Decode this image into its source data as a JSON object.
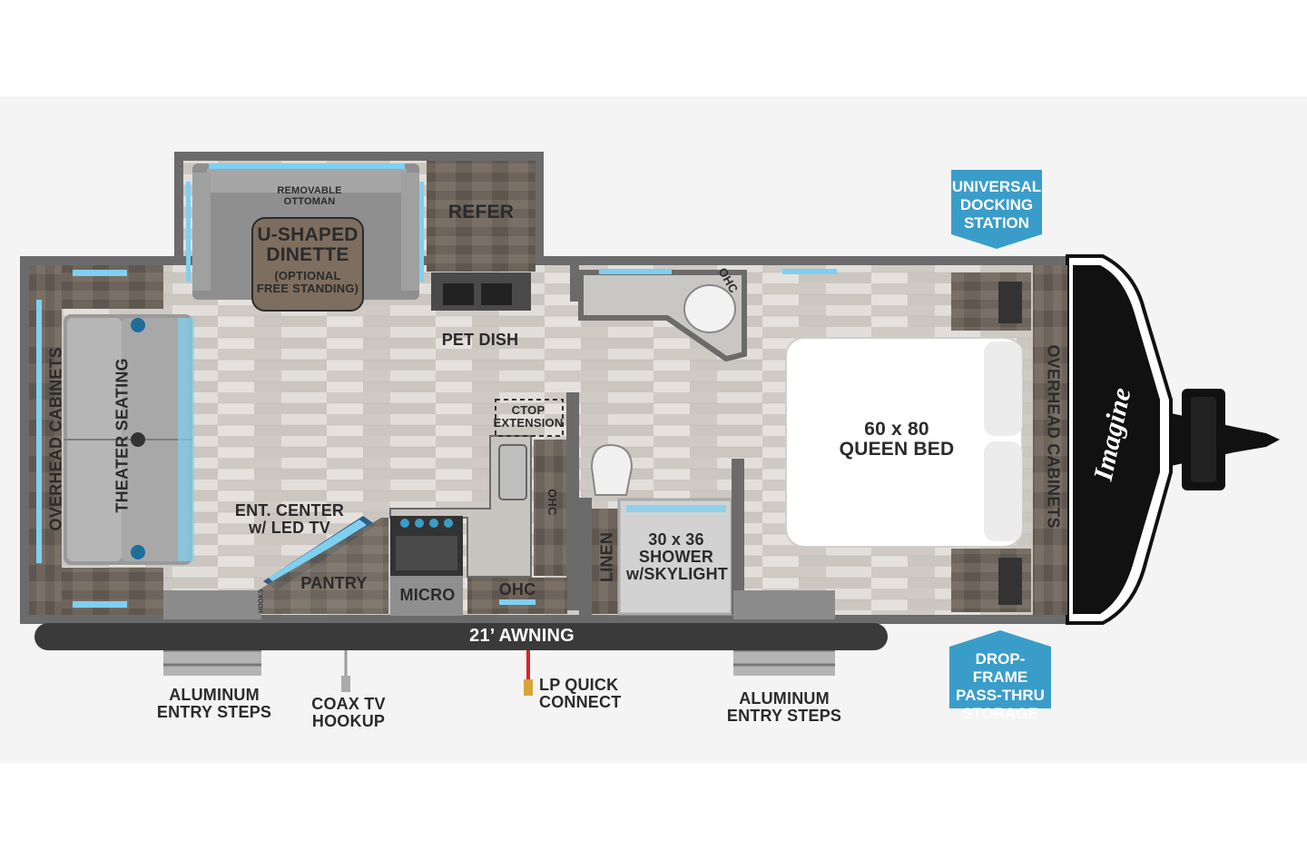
{
  "labels": {
    "universal_docking": [
      "UNIVERSAL",
      "DOCKING",
      "STATION"
    ],
    "drop_frame": [
      "DROP-FRAME",
      "PASS-THRU",
      "STORAGE"
    ],
    "removable_ottoman": [
      "REMOVABLE",
      "OTTOMAN"
    ],
    "u_shaped_dinette": [
      "U-SHAPED",
      "DINETTE"
    ],
    "optional_free_standing": [
      "(OPTIONAL",
      "FREE STANDING)"
    ],
    "refer": "REFER",
    "ohc": "OHC",
    "pet_dish": "PET DISH",
    "overhead_cabinets": "OVERHEAD CABINETS",
    "theater_seating": "THEATER SEATING",
    "ctop_extension": [
      "CTOP",
      "EXTENSION"
    ],
    "queen_bed": [
      "60 x 80",
      "QUEEN BED"
    ],
    "ent_center": [
      "ENT. CENTER",
      "w/ LED TV"
    ],
    "pantry": "PANTRY",
    "micro": "MICRO",
    "linen": "LINEN",
    "shower": [
      "30 x 36",
      "SHOWER",
      "w/SKYLIGHT"
    ],
    "hooks": "HOOKS",
    "awning": "21’ AWNING",
    "entry_steps": [
      "ALUMINUM",
      "ENTRY STEPS"
    ],
    "coax": [
      "COAX TV",
      "HOOKUP"
    ],
    "lp_quick": [
      "LP QUICK",
      "CONNECT"
    ],
    "brand": "Imagine"
  },
  "colors": {
    "badge": "#3a9dc9",
    "wall": "#6b6b6b",
    "floor": "#d8d4cf",
    "cabinet": "#6e655c",
    "led": "#7fd0f0",
    "cap": "#111111",
    "lp": "#d8242b"
  }
}
